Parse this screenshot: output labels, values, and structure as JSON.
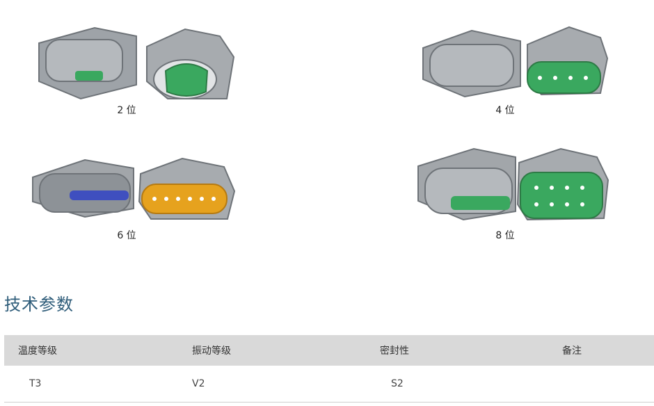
{
  "connectors": [
    {
      "label": "2 位",
      "pins": 2,
      "color": "#3aa85f"
    },
    {
      "label": "4 位",
      "pins": 4,
      "color": "#3aa85f"
    },
    {
      "label": "6 位",
      "pins": 6,
      "color": "#e6a21e"
    },
    {
      "label": "8 位",
      "pins": 8,
      "color": "#3aa85f"
    }
  ],
  "section_title": "技术参数",
  "table": {
    "headers": [
      "温度等级",
      "振动等级",
      "密封性",
      "备注"
    ],
    "rows": [
      [
        "T3",
        "V2",
        "S2",
        ""
      ]
    ]
  }
}
